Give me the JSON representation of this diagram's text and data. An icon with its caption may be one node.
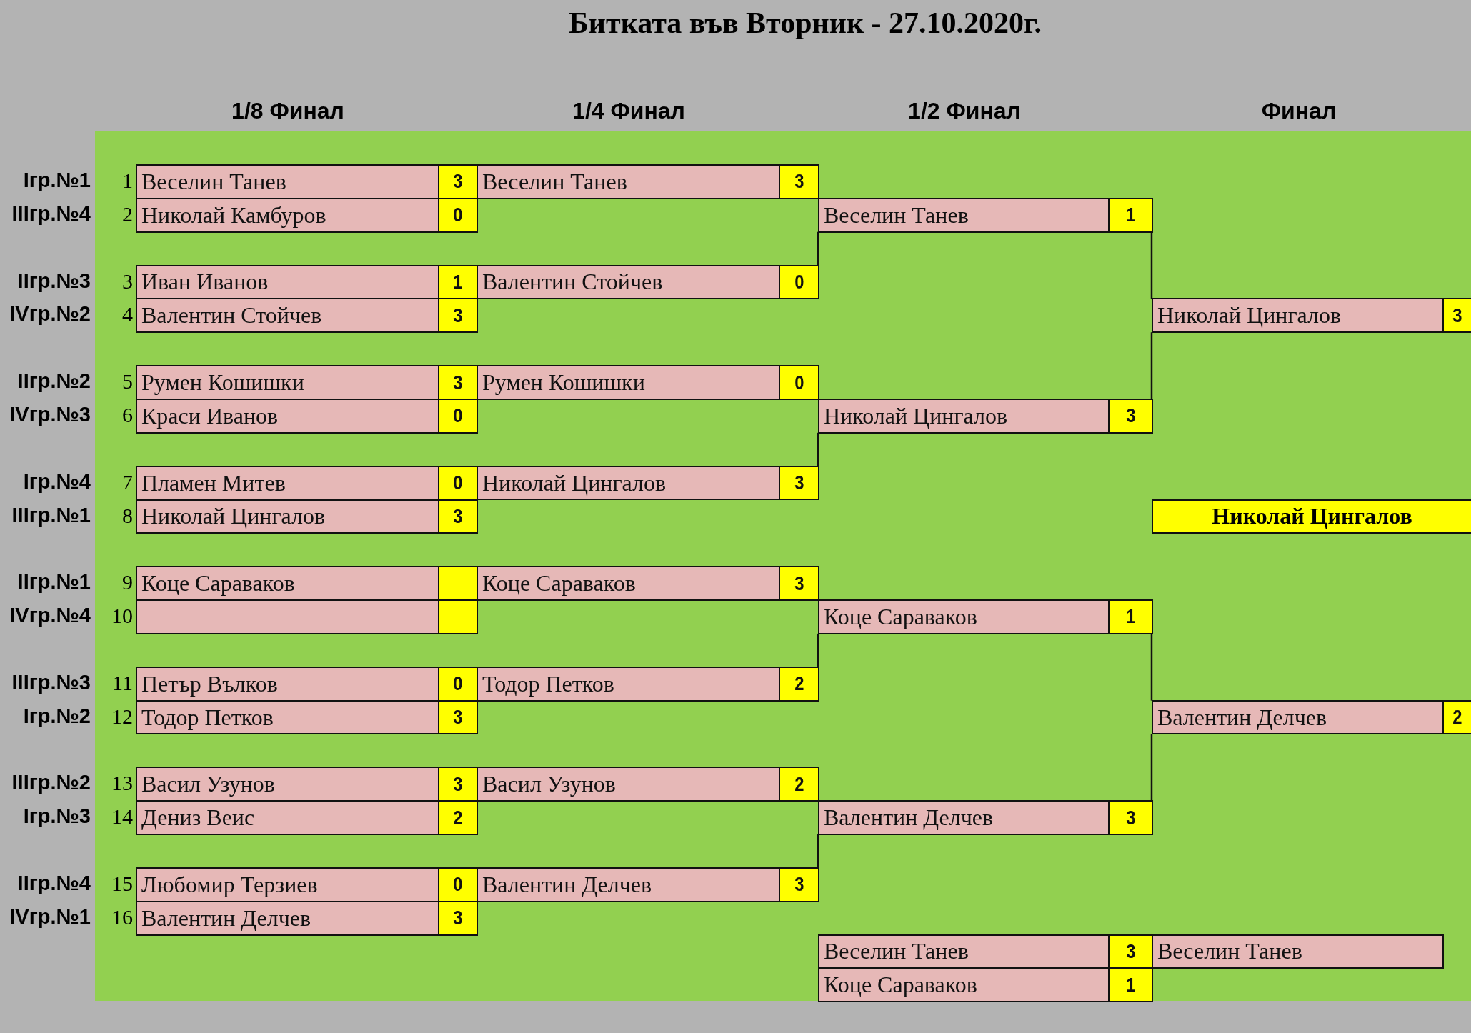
{
  "diagram": {
    "title": "Битката във Вторник - 27.10.2020г.",
    "nodes": [
      {
        "text": [
          "Веселин Танев"
        ]
      },
      {
        "text": [
          "3"
        ]
      },
      {
        "text": [
          "Веселин Танев"
        ]
      },
      {
        "text": [
          "3"
        ]
      },
      {
        "text": [
          "Николай Камбуров"
        ]
      },
      {
        "text": [
          "0"
        ]
      },
      {
        "text": [
          "Веселин Танев"
        ]
      },
      {
        "text": [
          "1"
        ]
      },
      {
        "text": [
          "Иван Иванов"
        ]
      },
      {
        "text": [
          "1"
        ]
      },
      {
        "text": [
          "Валентин Стойчев"
        ]
      },
      {
        "text": [
          "0"
        ]
      },
      {
        "text": [
          "Валентин Стойчев"
        ]
      },
      {
        "text": [
          "3"
        ]
      },
      {
        "text": [
          "Николай Цингалов"
        ]
      },
      {
        "text": [
          "3"
        ]
      },
      {
        "text": [
          "Румен Кошишки"
        ]
      },
      {
        "text": [
          "3"
        ]
      },
      {
        "text": [
          "Румен Кошишки"
        ]
      },
      {
        "text": [
          "0"
        ]
      },
      {
        "text": [
          "Краси Иванов"
        ]
      },
      {
        "text": [
          "0"
        ]
      },
      {
        "text": [
          "Николай Цингалов"
        ]
      },
      {
        "text": [
          "3"
        ]
      },
      {
        "text": [
          "Пламен Митев"
        ]
      },
      {
        "text": [
          "0"
        ]
      },
      {
        "text": [
          "Николай Цингалов"
        ]
      },
      {
        "text": [
          "3"
        ]
      },
      {
        "text": [
          "Николай Цингалов"
        ]
      },
      {
        "text": [
          "3"
        ]
      },
      {
        "text": [
          "Николай Цингалов"
        ]
      },
      {
        "text": [
          "Коце Сараваков"
        ]
      },
      {
        "text": [],
        "shape": "box"
      },
      {
        "text": [
          "Коце Сараваков"
        ]
      },
      {
        "text": [
          "3"
        ]
      },
      {
        "text": [],
        "shape": "box"
      },
      {
        "text": [],
        "shape": "box"
      },
      {
        "text": [
          "Коце Сараваков"
        ]
      },
      {
        "text": [
          "1"
        ]
      },
      {
        "text": [
          "Петър Вълков"
        ]
      },
      {
        "text": [
          "0"
        ]
      },
      {
        "text": [
          "Тодор Петков"
        ]
      },
      {
        "text": [
          "2"
        ]
      },
      {
        "text": [
          "Тодор Петков"
        ]
      },
      {
        "text": [
          "3"
        ]
      },
      {
        "text": [
          "Валентин Делчев"
        ]
      },
      {
        "text": [
          "2"
        ]
      },
      {
        "text": [
          "Васил Узунов"
        ]
      },
      {
        "text": [
          "3"
        ]
      },
      {
        "text": [
          "Васил Узунов"
        ]
      },
      {
        "text": [
          "2"
        ]
      },
      {
        "text": [
          "Дениз Веис"
        ]
      },
      {
        "text": [
          "2"
        ]
      },
      {
        "text": [
          "Валентин Делчев"
        ]
      },
      {
        "text": [
          "3"
        ]
      },
      {
        "text": [
          "Любомир Терзиев"
        ]
      },
      {
        "text": [
          "0"
        ]
      },
      {
        "text": [
          "Валентин Делчев"
        ]
      },
      {
        "text": [
          "3"
        ]
      },
      {
        "text": [
          "Валентин Делчев"
        ]
      },
      {
        "text": [
          "3"
        ]
      },
      {
        "text": [
          "Веселин Танев"
        ]
      },
      {
        "text": [
          "3"
        ]
      },
      {
        "text": [
          "Веселин Танев"
        ]
      },
      {
        "text": [
          "Коце Сараваков"
        ]
      },
      {
        "text": [
          "1"
        ]
      }
    ],
    "edges": [
      {
        "from": 11,
        "to": 6,
        "arrow": "none"
      },
      {
        "from": 27,
        "to": 22,
        "arrow": "none"
      },
      {
        "from": 42,
        "to": 37,
        "arrow": "none"
      },
      {
        "from": 58,
        "to": 53,
        "arrow": "none"
      },
      {
        "from": 7,
        "to": 14,
        "arrow": "none"
      },
      {
        "from": 23,
        "to": 14,
        "arrow": "none"
      },
      {
        "from": 38,
        "to": 45,
        "arrow": "none"
      },
      {
        "from": 54,
        "to": 45,
        "arrow": "none"
      }
    ],
    "labels": [
      "1/8 Финал",
      "1/4 Финал",
      "1/2 Финал",
      "Финал",
      "Iгр.№1",
      "1",
      "IIIгр.№4",
      "2",
      "IIгр.№3",
      "3",
      "IVгр.№2",
      "4",
      "IIгр.№2",
      "5",
      "IVгр.№3",
      "6",
      "Iгр.№4",
      "7",
      "IIIгр.№1",
      "8",
      "IIгр.№1",
      "9",
      "IVгр.№4",
      "10",
      "IIIгр.№3",
      "11",
      "Iгр.№2",
      "12",
      "IIIгр.№2",
      "13",
      "Iгр.№3",
      "14",
      "IIгр.№4",
      "15",
      "IVгр.№1",
      "16"
    ]
  }
}
